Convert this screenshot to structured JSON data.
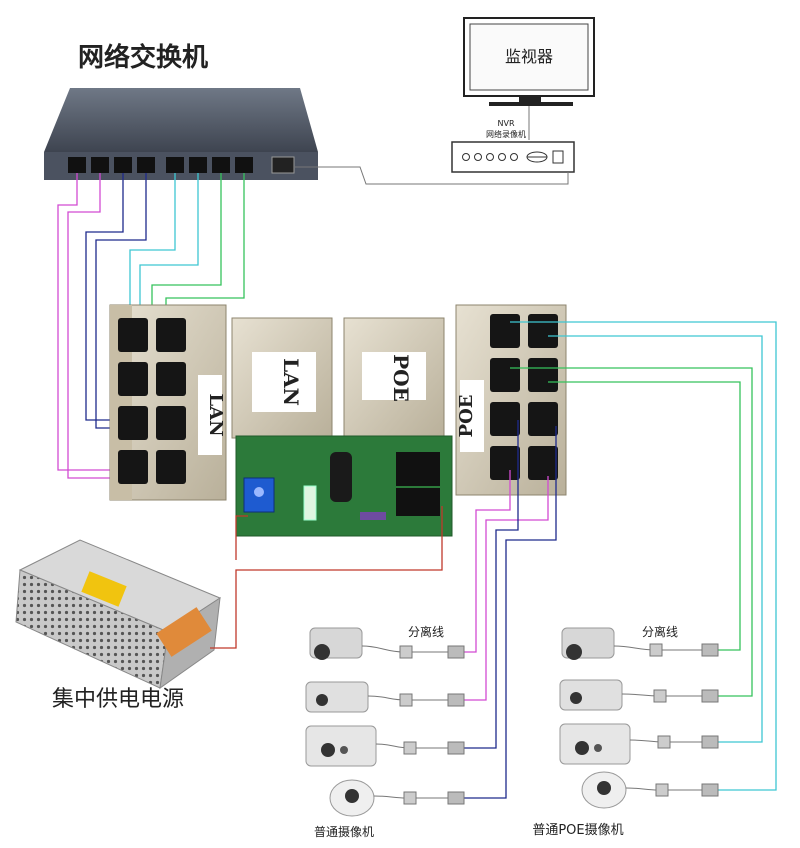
{
  "labels": {
    "switch_title": "网络交换机",
    "monitor": "监视器",
    "nvr_line1": "NVR",
    "nvr_line2": "网络录像机",
    "lan_block": "LAN",
    "poe_block": "POE",
    "lan_board": "LAN",
    "poe_board": "POE",
    "power_supply": "集中供电电源",
    "splitter_left": "分离线",
    "splitter_right": "分离线",
    "cameras_left": "普通摄像机",
    "cameras_right": "普通POE摄像机"
  },
  "colors": {
    "magenta": "#d24bd2",
    "navy": "#1e2a8c",
    "cyan": "#3ec7d2",
    "green": "#36c25c",
    "red": "#c0392b",
    "gray_line": "#777777"
  }
}
